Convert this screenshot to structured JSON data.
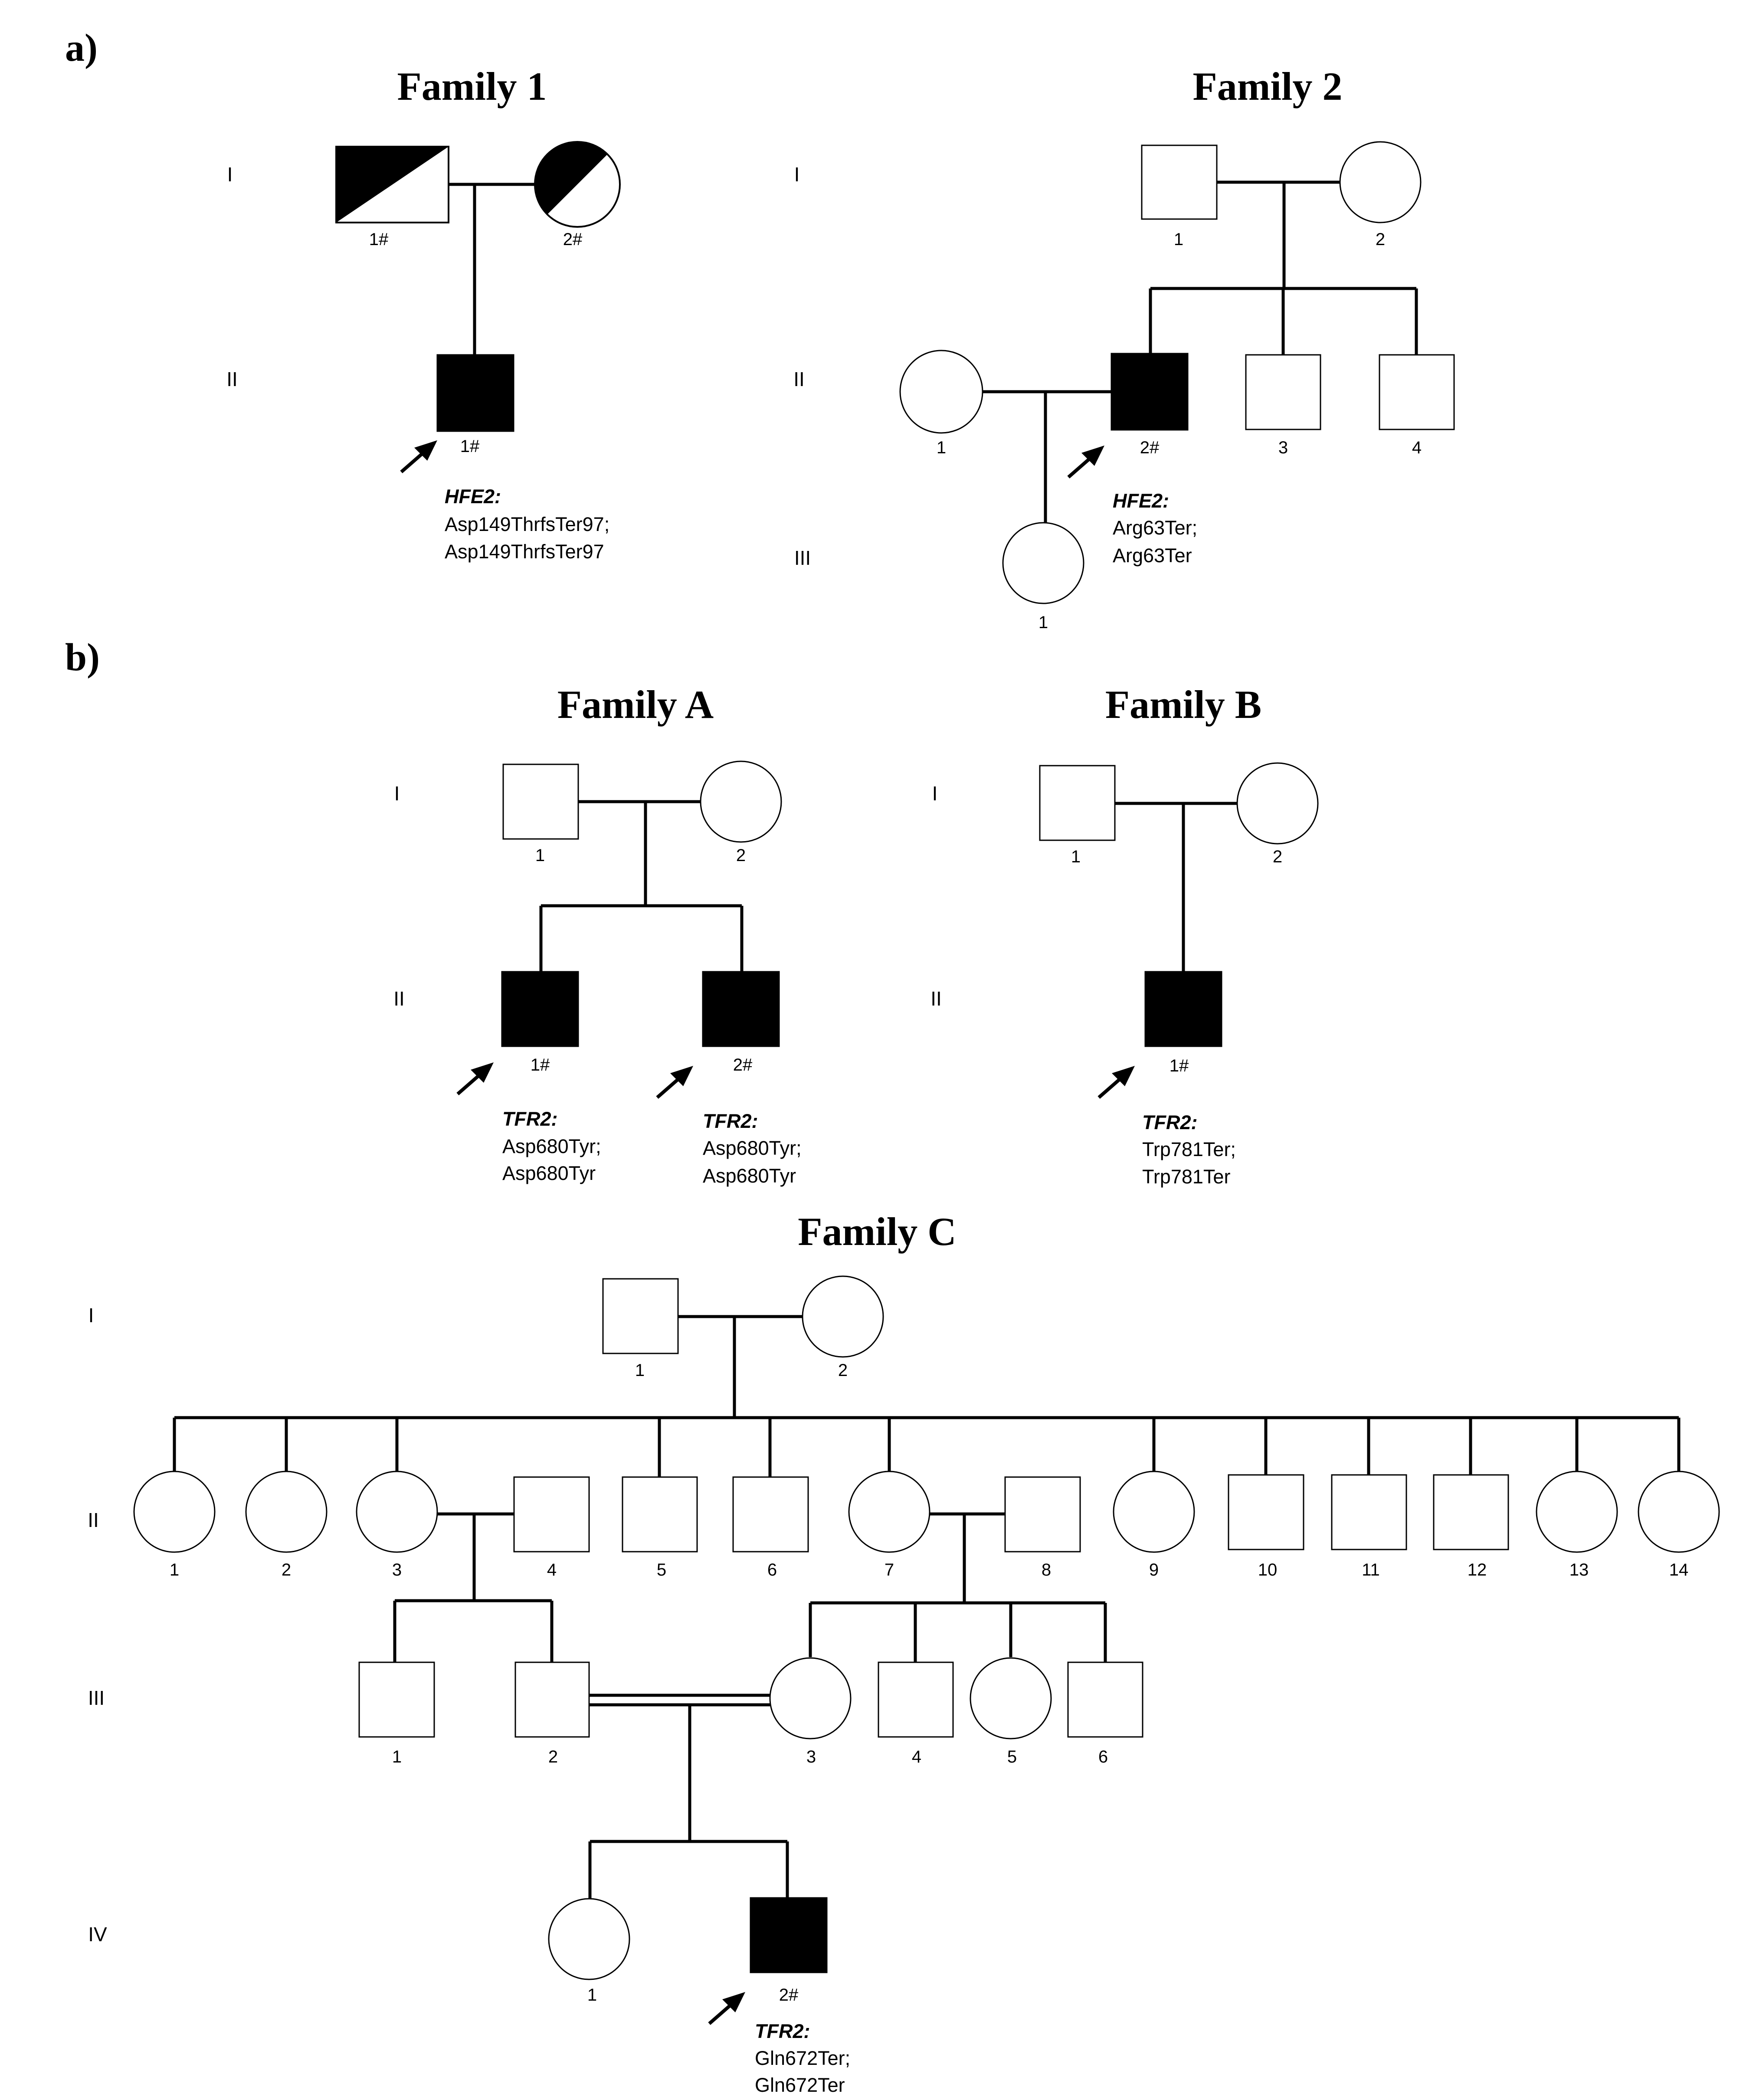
{
  "panels": {
    "a": "a)",
    "b": "b)"
  },
  "families": {
    "f1": {
      "title": "Family 1",
      "gens": [
        "I",
        "II"
      ],
      "members": {
        "I1": "1#",
        "I2": "2#",
        "II1": "1#"
      },
      "proband_annotation": {
        "gene": "HFE2:",
        "v1": "Asp149ThrfsTer97;",
        "v2": "Asp149ThrfsTer97"
      }
    },
    "f2": {
      "title": "Family 2",
      "gens": [
        "I",
        "II",
        "III"
      ],
      "members": {
        "I1": "1",
        "I2": "2",
        "II1": "1",
        "II2": "2#",
        "II3": "3",
        "II4": "4",
        "III1": "1"
      },
      "proband_annotation": {
        "gene": "HFE2:",
        "v1": "Arg63Ter;",
        "v2": "Arg63Ter"
      }
    },
    "fA": {
      "title": "Family A",
      "gens": [
        "I",
        "II"
      ],
      "members": {
        "I1": "1",
        "I2": "2",
        "II1": "1#",
        "II2": "2#"
      },
      "annot1": {
        "gene": "TFR2:",
        "v1": "Asp680Tyr;",
        "v2": "Asp680Tyr"
      },
      "annot2": {
        "gene": "TFR2:",
        "v1": "Asp680Tyr;",
        "v2": "Asp680Tyr"
      }
    },
    "fB": {
      "title": "Family B",
      "gens": [
        "I",
        "II"
      ],
      "members": {
        "I1": "1",
        "I2": "2",
        "II1": "1#"
      },
      "proband_annotation": {
        "gene": "TFR2:",
        "v1": "Trp781Ter;",
        "v2": "Trp781Ter"
      }
    },
    "fC": {
      "title": "Family C",
      "gens": [
        "I",
        "II",
        "III",
        "IV"
      ],
      "members": {
        "I1": "1",
        "I2": "2",
        "II": [
          "1",
          "2",
          "3",
          "4",
          "5",
          "6",
          "7",
          "8",
          "9",
          "10",
          "11",
          "12",
          "13",
          "14"
        ],
        "III": [
          "1",
          "2",
          "3",
          "4",
          "5",
          "6"
        ],
        "IV1": "1",
        "IV2": "2#"
      },
      "proband_annotation": {
        "gene": "TFR2:",
        "v1": "Gln672Ter;",
        "v2": "Gln672Ter"
      }
    }
  }
}
